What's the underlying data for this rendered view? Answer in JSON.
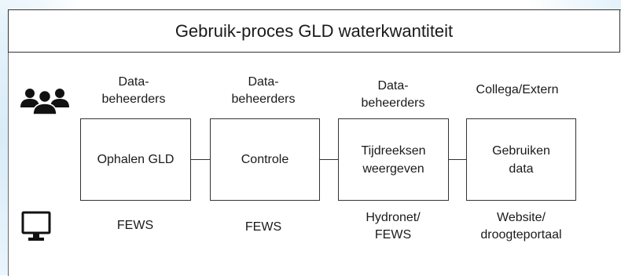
{
  "diagram": {
    "title": "Gebruik-proces GLD waterkwantiteit",
    "actors": [
      "Data-\nbeheerders",
      "Data-\nbeheerders",
      "Data-\nbeheerders",
      "Collega/Extern"
    ],
    "steps": [
      "Ophalen GLD",
      "Controle",
      "Tijdreeksen\nweergeven",
      "Gebruiken\ndata"
    ],
    "systems": [
      "FEWS",
      "FEWS",
      "Hydronet/\nFEWS",
      "Website/\ndroogteportaal"
    ],
    "icons": {
      "actors_row": "users-group-icon",
      "systems_row": "computer-monitor-icon"
    }
  }
}
